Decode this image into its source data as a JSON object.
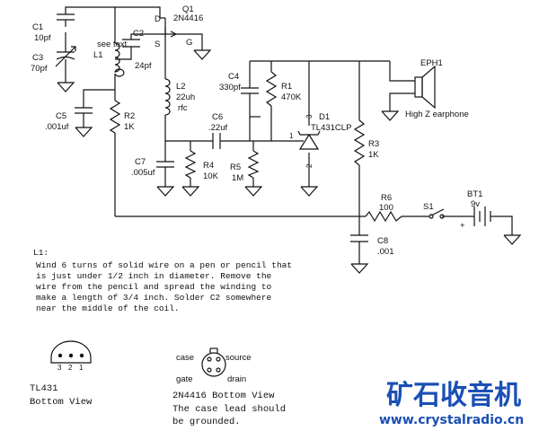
{
  "components": {
    "c1": {
      "ref": "C1",
      "value": "10pf"
    },
    "c3": {
      "ref": "C3",
      "value": "70pf"
    },
    "c5": {
      "ref": "C5",
      "value": ".001uf"
    },
    "l1": {
      "ref": "L1",
      "note": "see text"
    },
    "q1": {
      "ref": "Q1",
      "value": "2N4416",
      "pin_d": "D",
      "pin_s": "S",
      "pin_g": "G"
    },
    "c2": {
      "ref": "C2",
      "value": "24pf"
    },
    "r2": {
      "ref": "R2",
      "value": "1K"
    },
    "l2": {
      "ref": "L2",
      "value": "22uh",
      "note": "rfc"
    },
    "c7": {
      "ref": "C7",
      "value": ".005uf"
    },
    "c6": {
      "ref": "C6",
      "value": ".22uf"
    },
    "r4": {
      "ref": "R4",
      "value": "10K"
    },
    "c4": {
      "ref": "C4",
      "value": "330pf"
    },
    "r1": {
      "ref": "R1",
      "value": "470K"
    },
    "r5": {
      "ref": "R5",
      "value": "1M"
    },
    "d1": {
      "ref": "D1",
      "value": "TL431CLP",
      "pin1": "1",
      "pin2": "2",
      "pin3": "3"
    },
    "r3": {
      "ref": "R3",
      "value": "1K"
    },
    "eph1": {
      "ref": "EPH1",
      "note": "High Z earphone"
    },
    "r6": {
      "ref": "R6",
      "value": "100"
    },
    "s1": {
      "ref": "S1"
    },
    "bt1": {
      "ref": "BT1",
      "value": "9v",
      "plus": "+"
    },
    "c8": {
      "ref": "C8",
      "value": ".001"
    }
  },
  "notes": {
    "l1_lines": [
      "L1:",
      "Wind 6 turns of solid wire on a pen or pencil that",
      "is just under 1/2 inch in diameter.  Remove the",
      "wire from the pencil and spread the winding to",
      "make a length of 3/4 inch.  Solder C2 somewhere",
      "near the middle of the coil."
    ]
  },
  "pinouts": {
    "tl431": {
      "title": "TL431",
      "subtitle": "Bottom View",
      "pins": [
        "3",
        "2",
        "1"
      ]
    },
    "jfet": {
      "title": "2N4416 Bottom View",
      "pins": {
        "case": "case",
        "source": "source",
        "gate": "gate",
        "drain": "drain"
      },
      "caption_lines": [
        "The case lead should",
        "be grounded."
      ]
    }
  },
  "branding": {
    "cn_title": "矿石收音机",
    "url": "www.crystalradio.cn",
    "colors": {
      "brand": "#1a4fb4"
    }
  }
}
